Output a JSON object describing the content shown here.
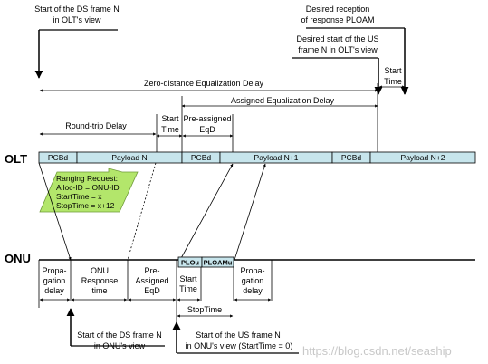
{
  "top_annotations": {
    "ds_start_olt": [
      "Start of the DS frame N",
      "in OLT's view"
    ],
    "desired_reception": [
      "Desired reception",
      "of response PLOAM"
    ],
    "desired_us_start": [
      "Desired start of the US",
      "frame N in OLT's view"
    ],
    "start_time_right": [
      "Start",
      "Time"
    ]
  },
  "delays": {
    "zero_distance": "Zero-distance Equalization Delay",
    "assigned": "Assigned Equalization Delay",
    "round_trip": "Round-trip Delay",
    "start_time": [
      "Start",
      "Time"
    ],
    "pre_assigned": [
      "Pre-assigned",
      "EqD"
    ]
  },
  "olt": {
    "label": "OLT",
    "segments": [
      "PCBd",
      "Payload N",
      "PCBd",
      "Payload N+1",
      "PCBd",
      "Payload N+2"
    ]
  },
  "ranging_request": [
    "Ranging Request:",
    "Alloc-ID = ONU-ID",
    "StartTime = x",
    "StopTime = x+12"
  ],
  "onu": {
    "label": "ONU",
    "burst": [
      "PLOu",
      "PLOAMu"
    ],
    "intervals": [
      [
        "Propa-",
        "gation",
        "delay"
      ],
      [
        "ONU",
        "Response",
        "time"
      ],
      [
        "Pre-",
        "Assigned",
        "EqD"
      ],
      [
        "Start",
        "Time"
      ],
      [
        "Propa-",
        "gation",
        "delay"
      ]
    ],
    "stop_time": "StopTime"
  },
  "bottom_annotations": {
    "ds_start_onu": [
      "Start of the DS frame N",
      "in ONU's view"
    ],
    "us_start_onu": [
      "Start of the US frame N",
      "in ONU's view (StartTime = 0)"
    ]
  },
  "watermark": "https://blog.csdn.net/seaship",
  "colors": {
    "frame_fill": "#c7e5ec",
    "ranging_fill": "#b3e66b",
    "line": "#000000",
    "watermark": "#c8c8c8"
  }
}
